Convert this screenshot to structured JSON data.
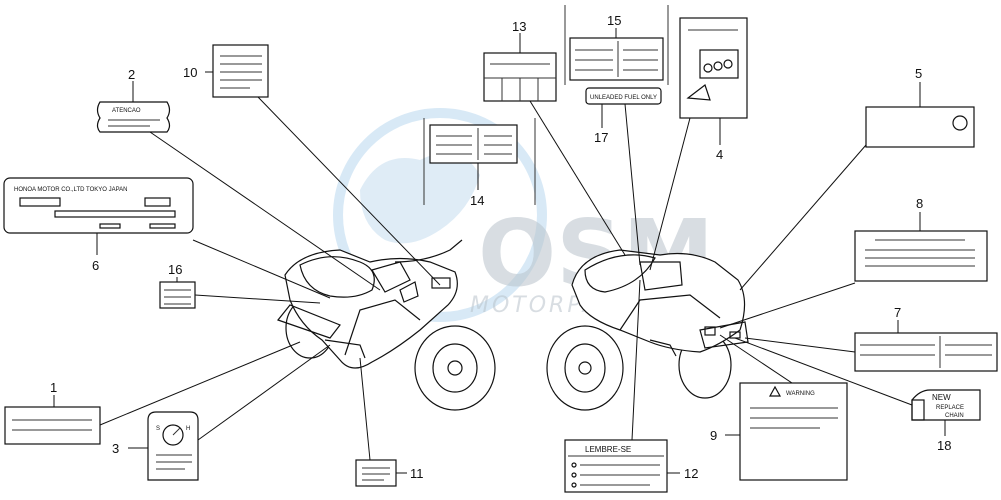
{
  "watermark": {
    "primary": "OSM",
    "secondary": "MOTORPARTS",
    "colors": {
      "globe": "#7fb2dd",
      "text": "#b9c3cb"
    }
  },
  "labels": {
    "atencao": "ATENCAO",
    "plate": "HONOA MOTOR CO.,LTD TOKYO JAPAN",
    "fuel": "UNLEADED FUEL ONLY",
    "lembre": "LEMBRE-SE",
    "warning": "WARNING",
    "new_line1": "NEW",
    "new_line2": "REPLACE",
    "new_line3": "CHAIN"
  },
  "callouts": [
    "1",
    "2",
    "3",
    "4",
    "5",
    "6",
    "7",
    "8",
    "9",
    "10",
    "11",
    "12",
    "13",
    "14",
    "15",
    "16",
    "17",
    "18"
  ]
}
